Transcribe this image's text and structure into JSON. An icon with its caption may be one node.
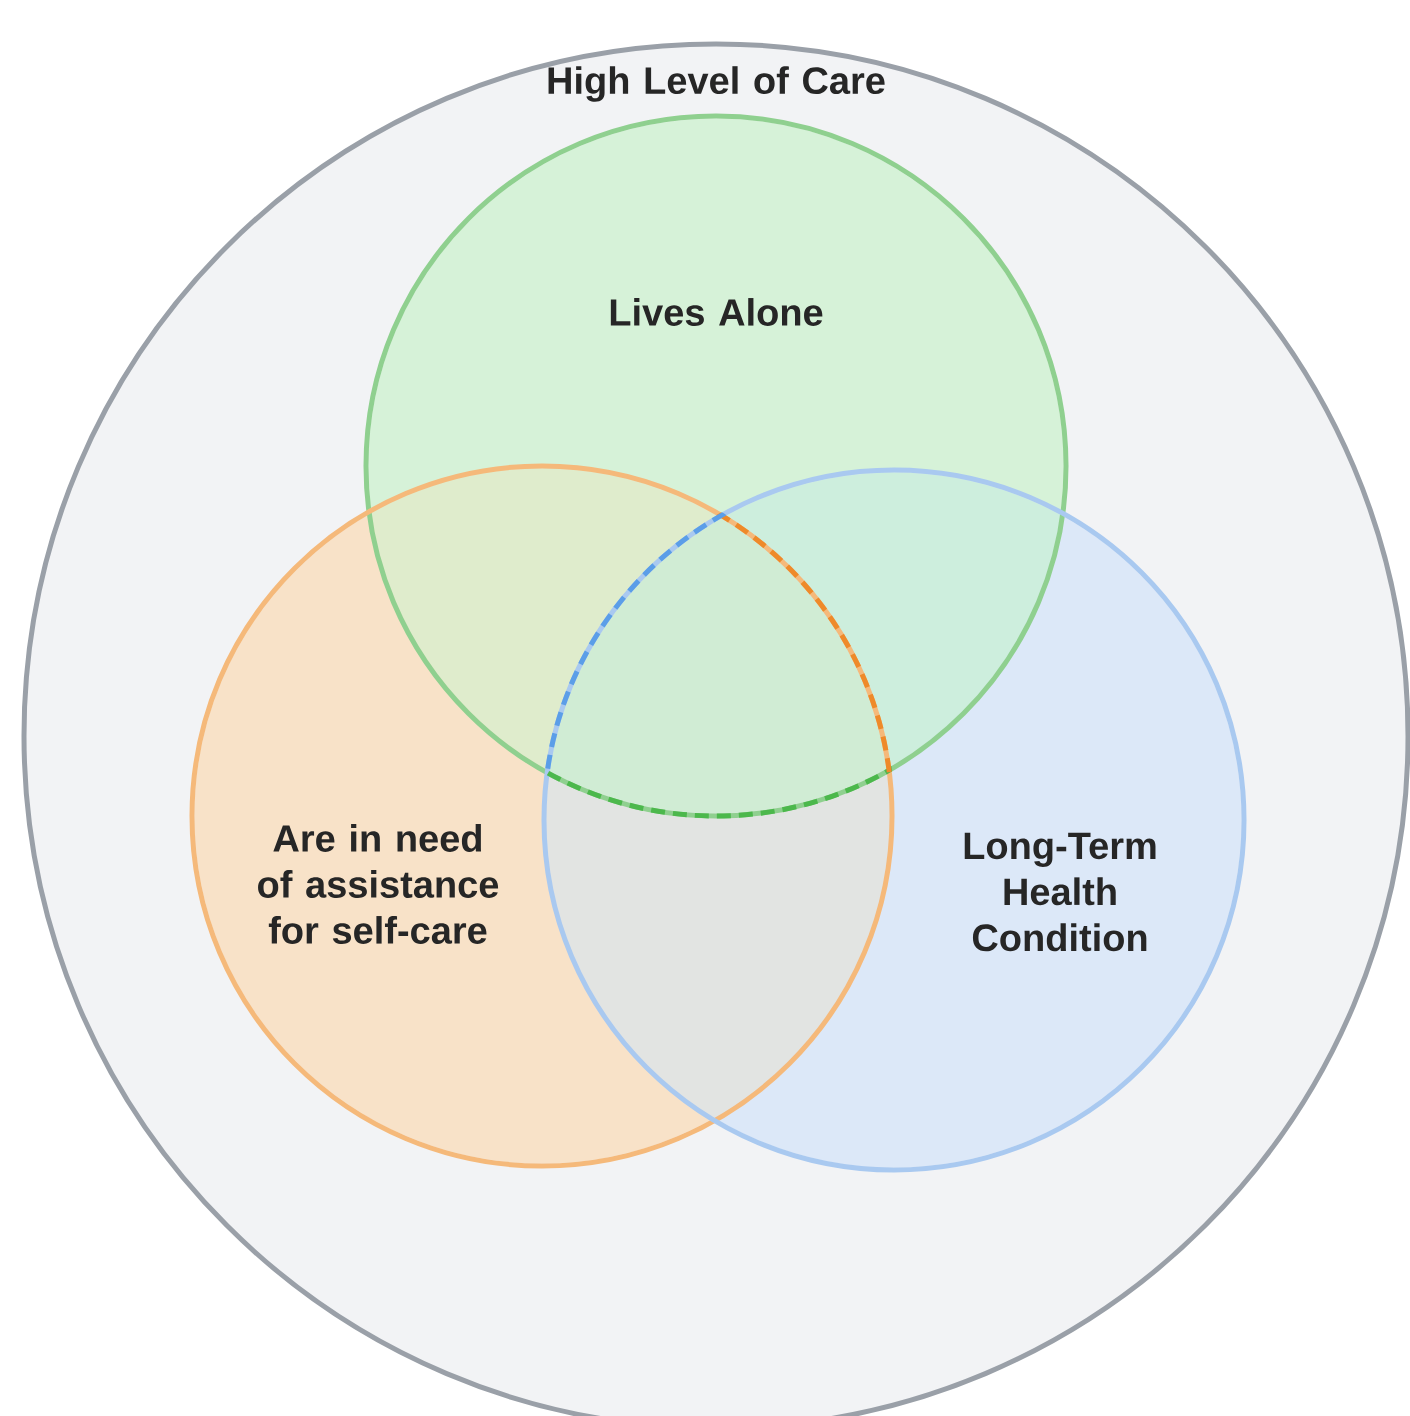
{
  "diagram": {
    "nodes": [
      {
        "text": [
          "High Level of Care"
        ]
      },
      {
        "text": [
          "Lives Alone"
        ],
        "in": 0
      },
      {
        "text": [
          "Are in need of assistance for self-care"
        ],
        "in": 0
      },
      {
        "text": [
          "Long-Term Health Condition"
        ],
        "in": 0
      }
    ]
  }
}
